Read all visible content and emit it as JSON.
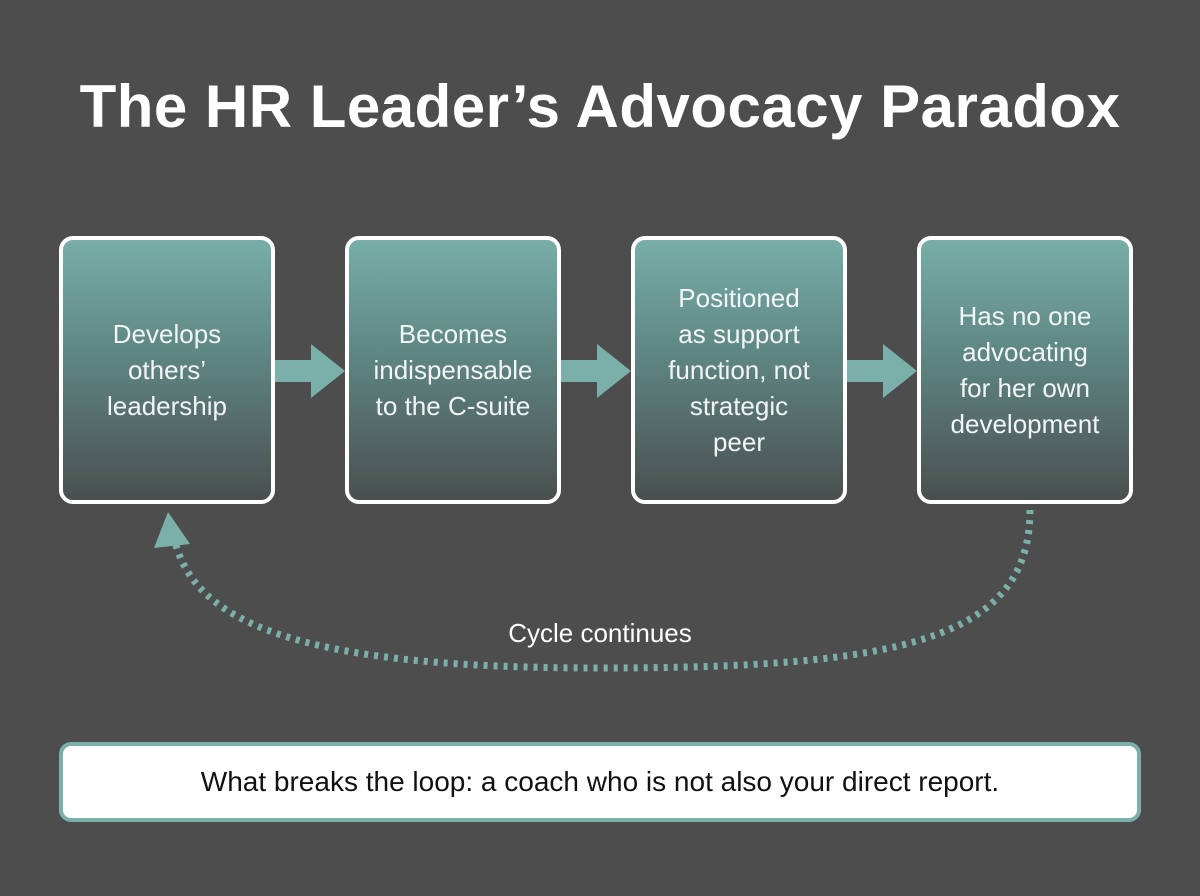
{
  "title": "The HR Leader’s Advocacy Paradox",
  "colors": {
    "background": "#4d4d4d",
    "accent_teal": "#7bb0aa",
    "box_border": "#ffffff",
    "text_light": "#ffffff",
    "callout_text": "#111111"
  },
  "steps": [
    {
      "lines": [
        "Develops",
        "others’",
        "leadership"
      ]
    },
    {
      "lines": [
        "Becomes",
        "indispensable",
        "to the C-suite"
      ]
    },
    {
      "lines": [
        "Positioned",
        "as support",
        "function, not",
        "strategic",
        "peer"
      ]
    },
    {
      "lines": [
        "Has no one",
        "advocating",
        "for her own",
        "development"
      ]
    }
  ],
  "connectors": [
    {
      "from": 1,
      "to": 2,
      "icon": "arrow-right-icon"
    },
    {
      "from": 2,
      "to": 3,
      "icon": "arrow-right-icon"
    },
    {
      "from": 3,
      "to": 4,
      "icon": "arrow-right-icon"
    }
  ],
  "loop": {
    "label": "Cycle continues",
    "from": 4,
    "to": 1,
    "style": "dotted",
    "icon": "curved-return-arrow-icon"
  },
  "callout": {
    "text": "What breaks the loop: a coach who is not also your direct report."
  }
}
